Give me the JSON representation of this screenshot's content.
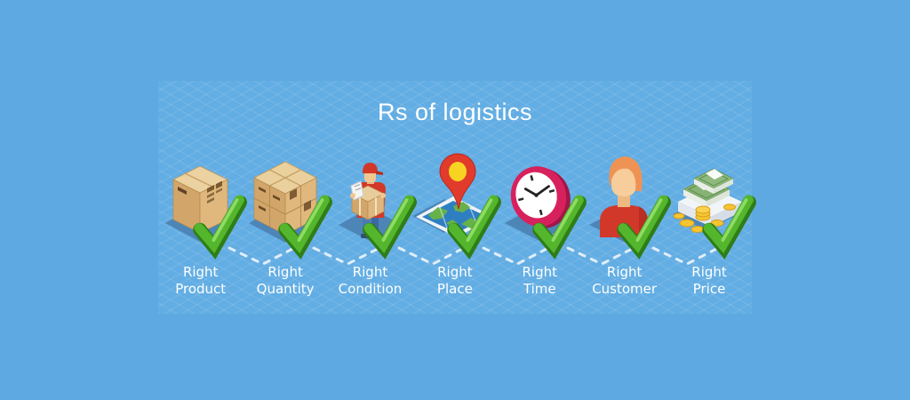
{
  "title": "Rs of logistics",
  "colors": {
    "background": "#5ea9e2",
    "panel": "#62ade3",
    "shadow": "#4d85b7",
    "check_green": "#54b62c",
    "check_green_dark": "#2f7d18",
    "box_tan_top": "#ead09c",
    "box_tan_left": "#d2a66a",
    "box_tan_right": "#e0b87e",
    "map_blue": "#2e7fc2",
    "map_land_green": "#67b14b",
    "pin_red": "#e13b2c",
    "pin_yellow": "#f8d422",
    "clock_crimson": "#d7215d",
    "shirt_red": "#d2382a",
    "hair_orange": "#ef9355",
    "skin_tan": "#f6cd9b",
    "money_green": "#86b274",
    "coin_gold": "#f6c531",
    "text": "#ffffff",
    "dashes": "#eaf3fb"
  },
  "steps": [
    {
      "label_top": "Right",
      "label_bottom": "Product",
      "icon": "box-icon"
    },
    {
      "label_top": "Right",
      "label_bottom": "Quantity",
      "icon": "stacked-boxes-icon"
    },
    {
      "label_top": "Right",
      "label_bottom": "Condition",
      "icon": "delivery-man-icon"
    },
    {
      "label_top": "Right",
      "label_bottom": "Place",
      "icon": "map-pin-icon"
    },
    {
      "label_top": "Right",
      "label_bottom": "Time",
      "icon": "clock-icon"
    },
    {
      "label_top": "Right",
      "label_bottom": "Customer",
      "icon": "customer-icon"
    },
    {
      "label_top": "Right",
      "label_bottom": "Price",
      "icon": "money-icon"
    }
  ]
}
